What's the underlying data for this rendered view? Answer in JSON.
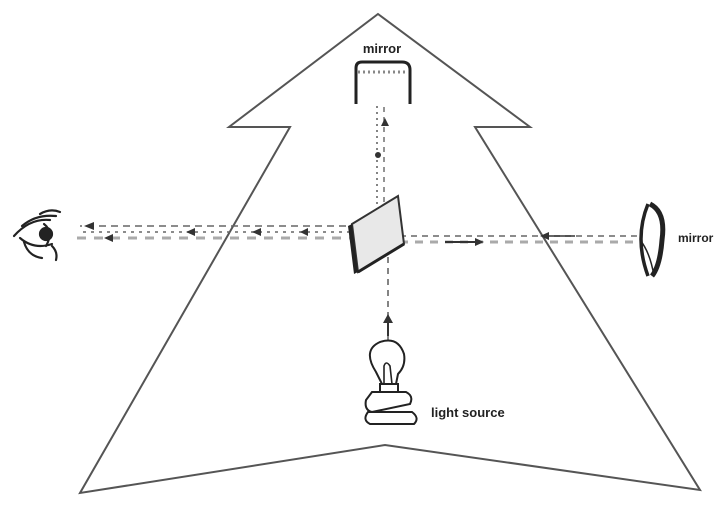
{
  "labels": {
    "top_mirror": "mirror",
    "right_mirror": "mirror",
    "light_source": "light source"
  },
  "colors": {
    "outline": "#555555",
    "beam": "#6a6a6a",
    "beam_light": "#b0b0b0",
    "dark": "#222222"
  },
  "icons": [
    "eye-icon",
    "mirror-icon",
    "beam-splitter-icon",
    "light-bulb-icon"
  ]
}
